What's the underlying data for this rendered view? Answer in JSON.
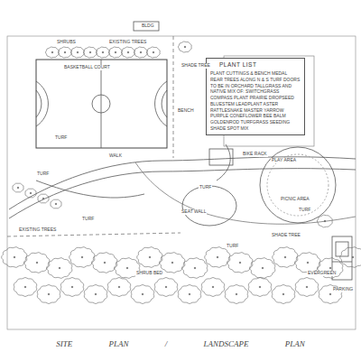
{
  "diagram": {
    "title": "SITE PLAN / LANDSCAPE PLAN",
    "nodes": [
      {
        "text": [
          "PLANT LIST",
          "PLANT CUTTINGS & BENCH MEDAL REAR TREES ALONG N & S TURF DOORS TO BE IN ORCHARD TALLGRASS AND NATIVE MIX OF: SWITCHGRASS COMPASS PLANT PRAIRIE DROPSEED BLUESTEM LEADPLANT ASTER RATTLESNAKE MASTER YARROW PURPLE CONEFLOWER BEE BALM GOLDENROD TURFGRASS SEEDING SHADE SPOT MIX"
        ]
      }
    ],
    "labels": [
      "SHRUBS",
      "EXISTING TREES",
      "BASKETBALL COURT",
      "BLDG",
      "BENCH",
      "TURF",
      "WALK",
      "SHADE TREE",
      "BIKE RACK",
      "PICNIC AREA",
      "TURF",
      "SEAT WALL",
      "PLAY AREA",
      "TURF",
      "EXISTING TREES",
      "SHADE TREE",
      "TURF",
      "TURF",
      "EVERGREEN",
      "SHRUB BED",
      "TURF",
      "PARKING"
    ]
  }
}
